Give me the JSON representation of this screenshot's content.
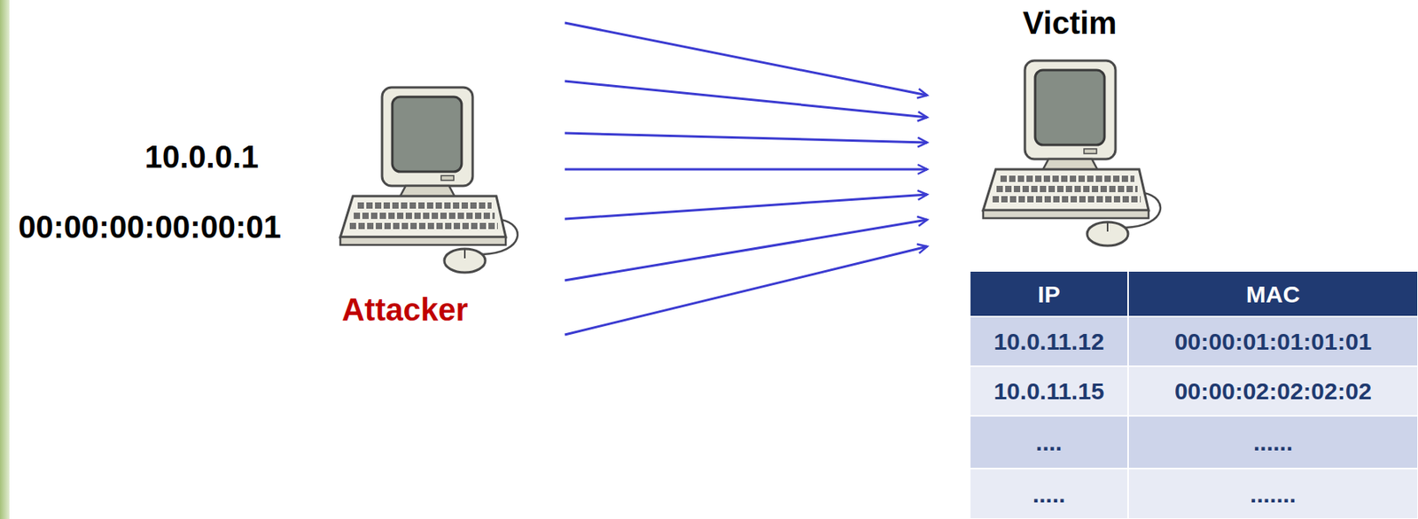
{
  "diagram": {
    "nodes": [
      {
        "text": [
          "10.0.0.1",
          "00:00:00:00:00:01",
          "Attacker"
        ]
      },
      {
        "text": [
          "Victim"
        ]
      }
    ],
    "edges": [
      {
        "from": 0,
        "to": 1,
        "arrow": "to"
      },
      {
        "from": 0,
        "to": 1,
        "arrow": "to"
      },
      {
        "from": 0,
        "to": 1,
        "arrow": "to"
      },
      {
        "from": 0,
        "to": 1,
        "arrow": "to"
      },
      {
        "from": 0,
        "to": 1,
        "arrow": "to"
      },
      {
        "from": 0,
        "to": 1,
        "arrow": "to"
      },
      {
        "from": 0,
        "to": 1,
        "arrow": "to"
      }
    ],
    "labels": [
      "IP",
      "MAC",
      "10.0.11.12",
      "00:00:01:01:01:01",
      "10.0.11.15",
      "00:00:02:02:02:02",
      "....",
      "......",
      ".....",
      "......."
    ]
  }
}
